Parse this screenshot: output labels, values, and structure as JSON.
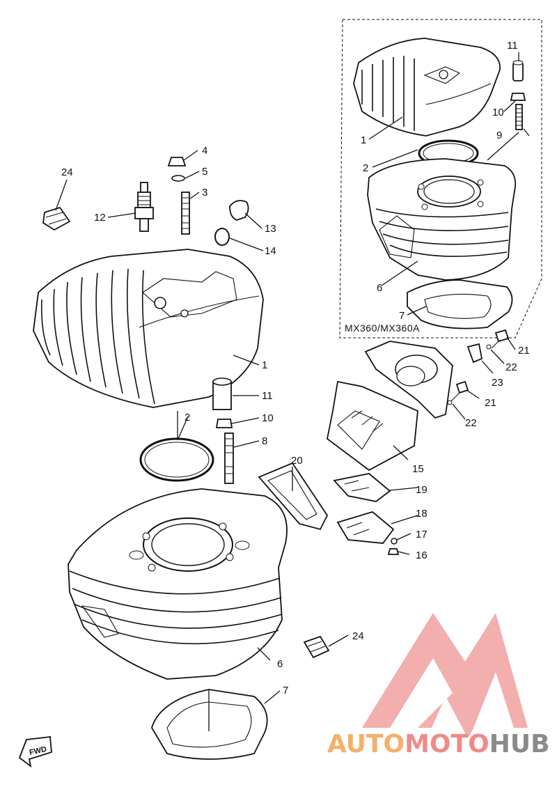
{
  "inset": {
    "label": "MX360/MX360A"
  },
  "callouts": {
    "c1_main": "1",
    "c2_main": "2",
    "c3": "3",
    "c4": "4",
    "c5": "5",
    "c6_main": "6",
    "c7_main": "7",
    "c8": "8",
    "c10_main": "10",
    "c11_main": "11",
    "c12": "12",
    "c13": "13",
    "c14": "14",
    "c15": "15",
    "c16": "16",
    "c17": "17",
    "c18": "18",
    "c19": "19",
    "c20": "20",
    "c21_a": "21",
    "c21_b": "21",
    "c22_a": "22",
    "c22_b": "22",
    "c23": "23",
    "c24_top": "24",
    "c24_bottom": "24",
    "c1_inset": "1",
    "c2_inset": "2",
    "c6_inset": "6",
    "c7_inset": "7",
    "c9_inset": "9",
    "c10_inset": "10",
    "c11_inset": "11"
  },
  "fwd_label": "FWD",
  "watermark": {
    "part1": "AUTO",
    "part2": "MOTO",
    "part3": "HUB",
    "color_orange": "#f5b06a",
    "color_red": "#f08a8a",
    "color_gray": "#8a8a8a"
  }
}
